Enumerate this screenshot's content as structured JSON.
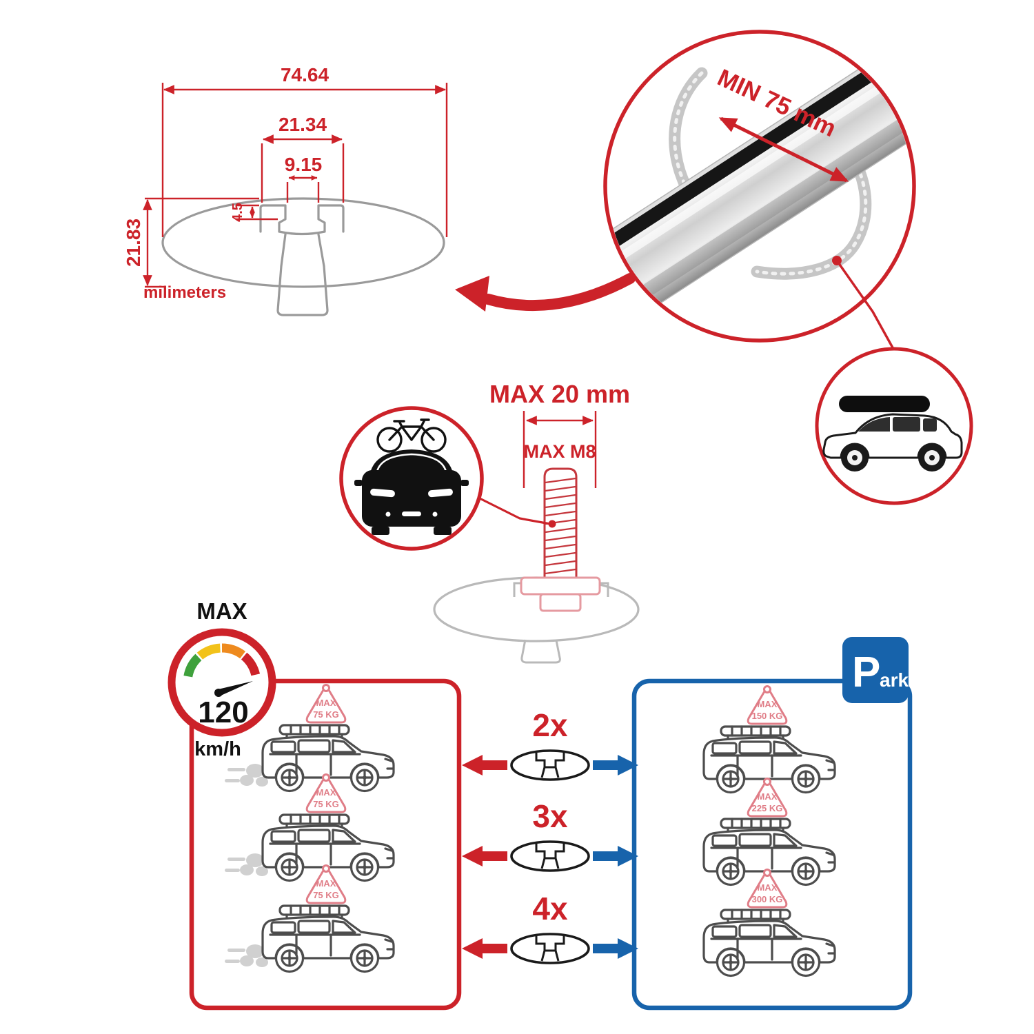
{
  "colors": {
    "accent_red": "#cc2229",
    "accent_blue": "#1763ab",
    "sign_pink": "#e07d87",
    "line_gray": "#9a9a9a",
    "car_line": "#4d4d4d",
    "gauge_green": "#3fa13c",
    "gauge_yellow": "#f2c21a",
    "gauge_orange": "#ee8a1e"
  },
  "cross_section": {
    "dim_total_width": "74.64",
    "dim_channel_width": "21.34",
    "dim_slot_width": "9.15",
    "dim_slot_depth": "4.5",
    "dim_total_height": "21.83",
    "units": "milimeters"
  },
  "bar_zoom": {
    "min_clamp_span": "MIN 75 mm"
  },
  "bolt": {
    "max_length": "MAX 20 mm",
    "max_thread": "MAX M8"
  },
  "speed": {
    "label": "MAX",
    "value": "120",
    "unit": "km/h"
  },
  "park": {
    "initial": "P",
    "rest": "ark"
  },
  "driving_cars": [
    {
      "sign_line1": "MAX",
      "sign_line2": "75 KG"
    },
    {
      "sign_line1": "MAX",
      "sign_line2": "75 KG"
    },
    {
      "sign_line1": "MAX",
      "sign_line2": "75 KG"
    }
  ],
  "parked_cars": [
    {
      "sign_line1": "MAX",
      "sign_line2": "150 KG"
    },
    {
      "sign_line1": "MAX",
      "sign_line2": "225 KG"
    },
    {
      "sign_line1": "MAX",
      "sign_line2": "300 KG"
    }
  ],
  "bar_counts": [
    "2x",
    "3x",
    "4x"
  ]
}
